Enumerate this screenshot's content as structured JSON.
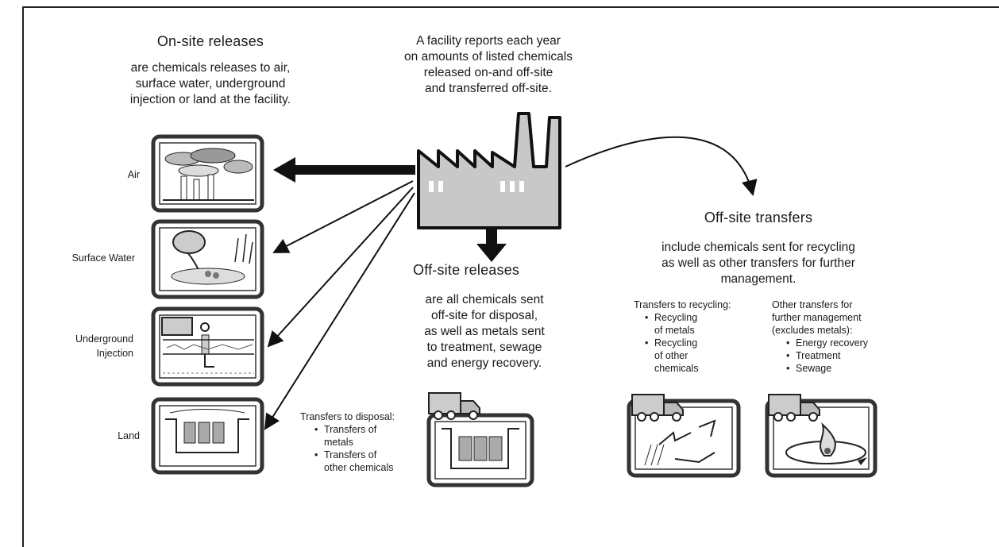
{
  "facility": {
    "description_lines": [
      "A facility reports each year",
      "on amounts of listed chemicals",
      "released on-and off-site",
      "and transferred off-site."
    ]
  },
  "onsite": {
    "heading": "On-site releases",
    "description_lines": [
      "are chemicals releases to air,",
      "surface water, underground",
      "injection or land at the facility."
    ],
    "labels": {
      "air": "Air",
      "surface_water": "Surface Water",
      "underground_1": "Underground",
      "underground_2": "Injection",
      "land": "Land"
    }
  },
  "offsite_releases": {
    "heading": "Off-site releases",
    "description_lines": [
      "are all chemicals sent",
      "off-site for disposal,",
      "as well as metals sent",
      "to treatment, sewage",
      "and energy recovery."
    ],
    "disposal_title": "Transfers to disposal:",
    "disposal_items": [
      [
        "Transfers of",
        "metals"
      ],
      [
        "Transfers of",
        "other chemicals"
      ]
    ]
  },
  "offsite_transfers": {
    "heading": "Off-site transfers",
    "description_lines": [
      "include chemicals sent for recycling",
      "as well as other transfers for further",
      "management."
    ],
    "recycling_title": "Transfers to recycling:",
    "recycling_items": [
      [
        "Recycling",
        "of metals"
      ],
      [
        "Recycling",
        "of other",
        "chemicals"
      ]
    ],
    "other_title_lines": [
      "Other transfers for",
      "further management",
      "(excludes metals):"
    ],
    "other_items": [
      "Energy recovery",
      "Treatment",
      "Sewage"
    ]
  },
  "colors": {
    "factory_fill": "#c8c8c8",
    "ink": "#111111",
    "panel_border": "#333333"
  }
}
